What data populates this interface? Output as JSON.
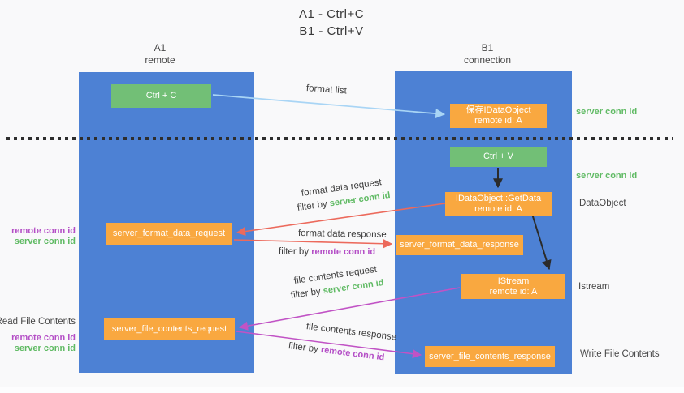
{
  "title": {
    "line1": "A1 - Ctrl+C",
    "line2": "B1 - Ctrl+V"
  },
  "columns": {
    "left": {
      "line1": "A1",
      "line2": "remote"
    },
    "right": {
      "line1": "B1",
      "line2": "connection"
    }
  },
  "nodes": {
    "ctrl_c": {
      "label": "Ctrl + C"
    },
    "save_dataobject": {
      "line1": "保存IDataObject",
      "line2": "remote id: A"
    },
    "ctrl_v": {
      "label": "Ctrl + V"
    },
    "getdata": {
      "line1": "IDataObject::GetData",
      "line2": "remote id: A"
    },
    "format_request": {
      "label": "server_format_data_request"
    },
    "format_response": {
      "label": "server_format_data_response"
    },
    "istream": {
      "line1": "IStream",
      "line2": "remote id: A"
    },
    "file_request": {
      "label": "server_file_contents_request"
    },
    "file_response": {
      "label": "server_file_contents_response"
    }
  },
  "arrow_labels": {
    "format_list": "format list",
    "format_data_request": "format data request",
    "format_data_response": "format data response",
    "file_contents_request": "file contents request",
    "file_contents_response": "file contents response",
    "filter_by": "filter by ",
    "server_conn_id": "server conn id",
    "remote_conn_id": "remote conn id"
  },
  "side_labels": {
    "right": {
      "server_conn_id_top": "server conn id",
      "server_conn_id_mid": "server conn id",
      "dataobject": "DataObject",
      "istream": "Istream",
      "write_file_contents": "Write File Contents"
    },
    "left": {
      "remote_conn_id_top": "remote conn id",
      "server_conn_id_top": "server conn id",
      "read_file_contents": "Read File Contents",
      "remote_conn_id_bottom": "remote conn id",
      "server_conn_id_bottom": "server conn id"
    }
  },
  "colors": {
    "column_blue": "#4d81d4",
    "node_green": "#72bf76",
    "node_orange": "#f9a840",
    "arrow_lightblue": "#a9d5f5",
    "arrow_red": "#ec6a5c",
    "arrow_magenta": "#c153c5",
    "arrow_black": "#2b2b2b",
    "text_green": "#5fba63",
    "text_purple": "#b44ec6",
    "text_dark": "#3d3d3d"
  }
}
